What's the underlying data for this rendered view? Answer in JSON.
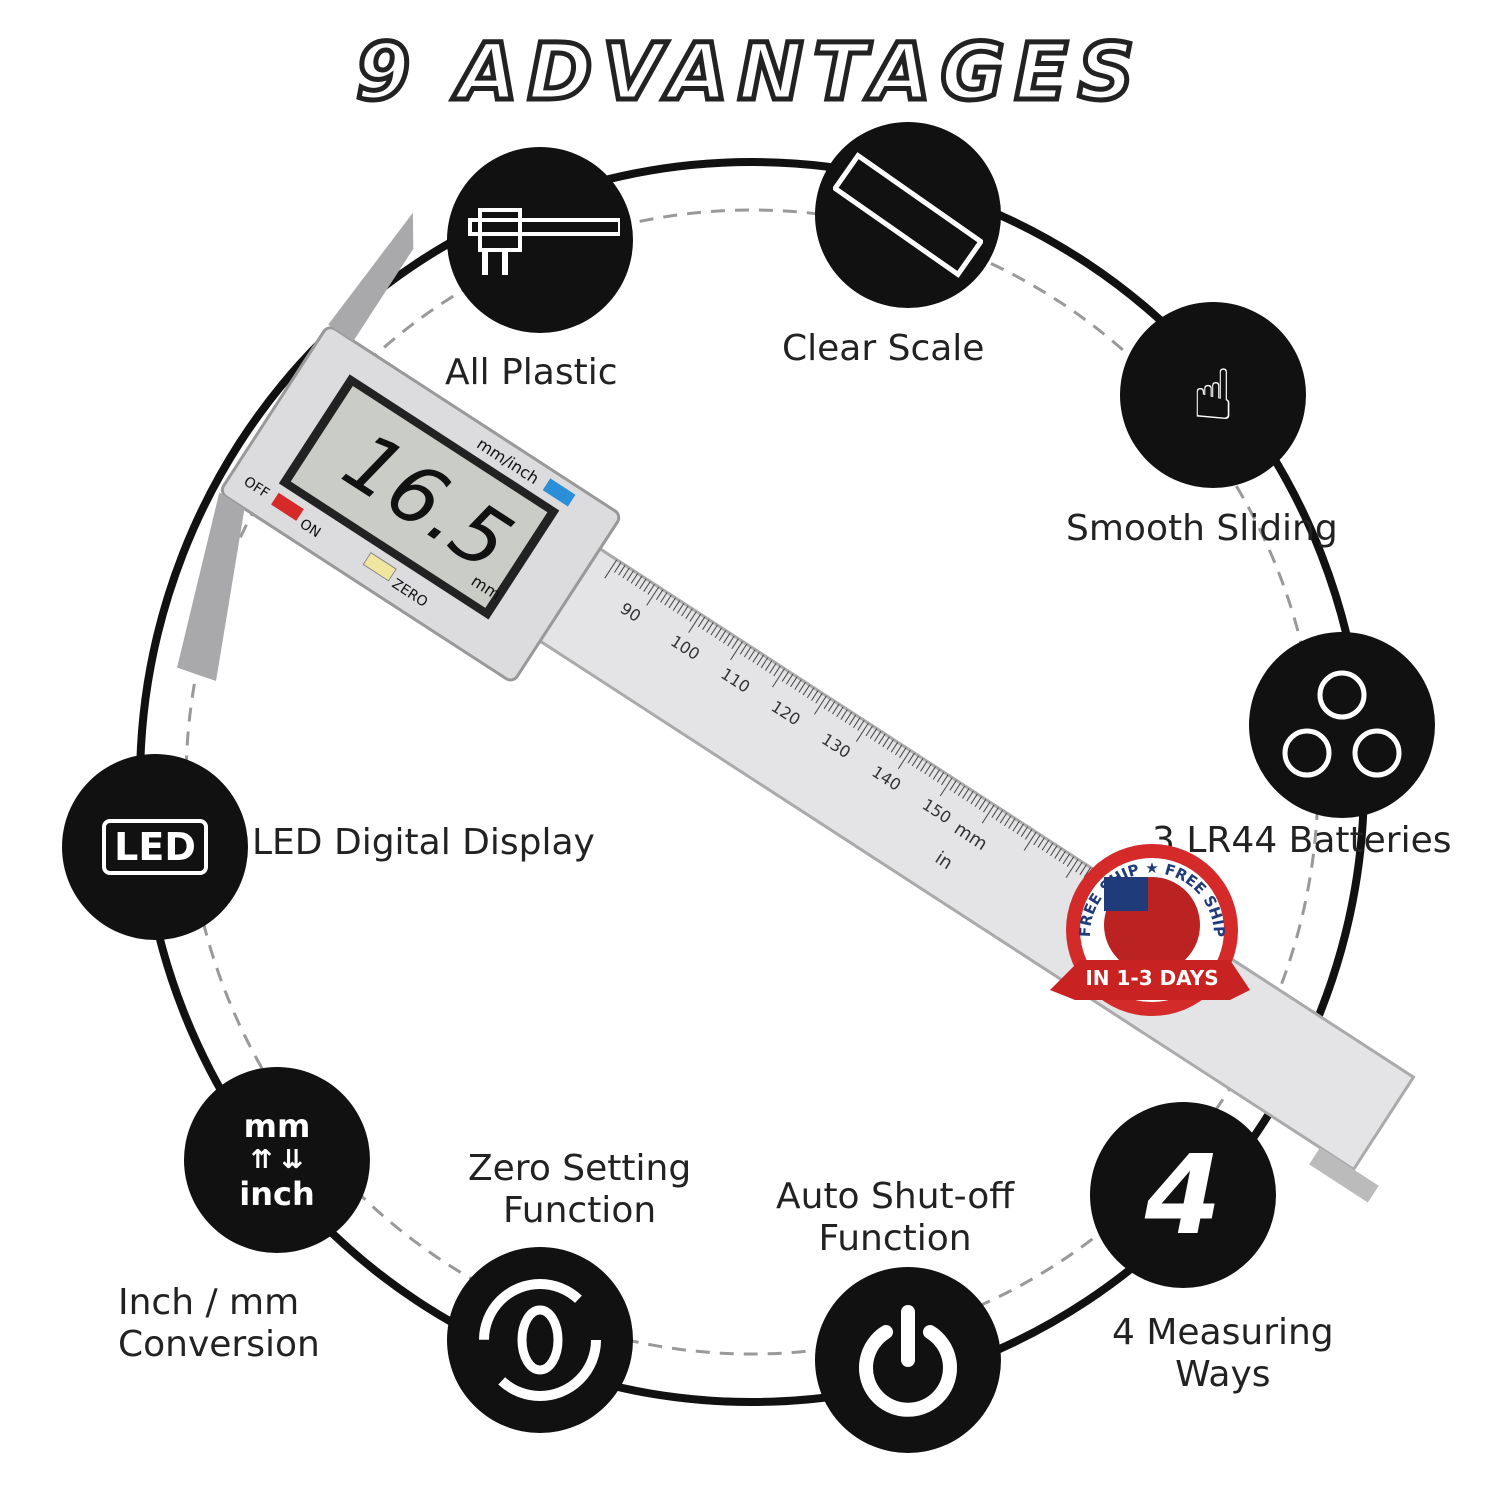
{
  "title": "9 ADVANTAGES",
  "features": [
    {
      "label": "All Plastic",
      "icon": "caliper-icon"
    },
    {
      "label": "Clear Scale",
      "icon": "ruler-icon"
    },
    {
      "label": "Smooth Sliding",
      "icon": "swipe-hand-icon"
    },
    {
      "label": "3 LR44 Batteries",
      "icon": "batteries-icon"
    },
    {
      "label": "LED Digital Display",
      "icon": "led-icon",
      "icon_text": "LED"
    },
    {
      "label_line1": "Inch / mm",
      "label_line2": "Conversion",
      "icon": "unit-conversion-icon",
      "icon_top": "mm",
      "icon_bottom": "inch"
    },
    {
      "label_line1": "Zero Setting",
      "label_line2": "Function",
      "icon": "zero-reset-icon"
    },
    {
      "label_line1": "Auto Shut-off",
      "label_line2": "Function",
      "icon": "power-icon"
    },
    {
      "label_line1": "4 Measuring",
      "label_line2": "Ways",
      "icon": "four-icon",
      "icon_text": "4"
    }
  ],
  "caliper": {
    "reading": "16.5",
    "unit": "mm",
    "mode_label": "mm/inch",
    "off_label": "OFF",
    "on_label": "ON",
    "zero_label": "ZERO",
    "scale_mm": "mm",
    "scale_in": "in",
    "scale_ticks": [
      "90",
      "100",
      "110",
      "120",
      "130",
      "140",
      "150"
    ],
    "button_colors": {
      "mode": "#2a8fd6",
      "power": "#d62a2a",
      "zero": "#f1e6a0"
    }
  },
  "badge": {
    "top_text": "FREE SHIP ★ FREE SHIP",
    "ribbon": "IN 1-3 DAYS",
    "color": "#d42a2a"
  }
}
